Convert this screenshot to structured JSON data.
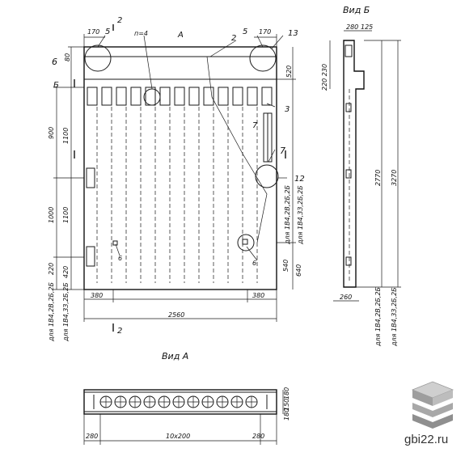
{
  "views": {
    "view_b_title": "Вид Б",
    "view_a_title": "Вид А"
  },
  "callouts": [
    "5",
    "2",
    "5",
    "13",
    "6",
    "3",
    "7",
    "7",
    "12",
    "6",
    "6",
    "Б",
    "2",
    "2",
    "А",
    "п=4"
  ],
  "front_dims": {
    "top_170_left": "170",
    "top_170_right": "170",
    "left_80": "80",
    "left_900": "900",
    "left_1100": "1100",
    "left_1000": "1000",
    "left_1100b": "1100",
    "left_220": "220",
    "left_420": "420",
    "right_520": "520",
    "right_540": "540",
    "right_640": "640",
    "bottom_380_left": "380",
    "bottom_2560": "2560",
    "bottom_380_right": "380"
  },
  "vertical_notes": {
    "left_1": "для 1В4,2В,2Б,2Б",
    "left_2": "для 1В4,3З,2Б,2Б",
    "right_1": "для 1В4,2В,2Б,2Б",
    "right_2": "для 1В4,3З,2Б,2Б",
    "side_1": "для 1В4,2В,2Б,2Б",
    "side_2": "для 1В4,3З,2Б,2Б"
  },
  "side_dims": {
    "top_280": "280",
    "top_125": "125",
    "left_220_230": "220 230",
    "h_2770": "2770",
    "h_3270": "3270",
    "bottom_260": "260"
  },
  "plan_dims": {
    "left_280": "280",
    "middle": "10х200",
    "right_280": "280",
    "h_180": "180",
    "h_150": "150",
    "h_180b": "180"
  },
  "website": "gbi22.ru"
}
